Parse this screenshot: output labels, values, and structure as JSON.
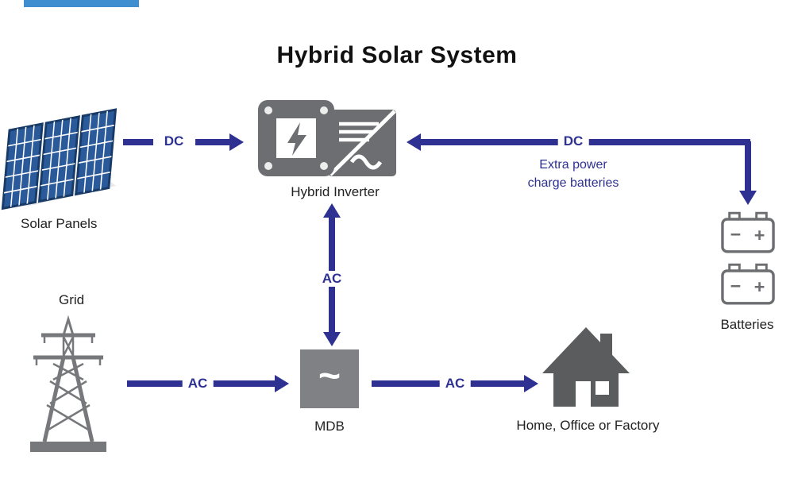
{
  "title": "Hybrid Solar System",
  "colors": {
    "accent": "#2e3192",
    "icon_gray": "#6d6e71",
    "home_gray": "#5b5c5e",
    "panel_blue": "#2b5a9b",
    "top_bar_blue": "#3f8ed0"
  },
  "nodes": {
    "solar_panels": {
      "label": "Solar Panels"
    },
    "hybrid_inverter": {
      "label": "Hybrid Inverter"
    },
    "batteries": {
      "label": "Batteries",
      "minus": "−",
      "plus": "+"
    },
    "grid": {
      "label": "Grid"
    },
    "mdb": {
      "label": "MDB",
      "symbol": "~"
    },
    "home": {
      "label": "Home, Office or Factory"
    }
  },
  "edges": {
    "solar_to_inverter": {
      "label": "DC"
    },
    "battery_to_inverter": {
      "label": "DC",
      "note_line1": "Extra power",
      "note_line2": "charge batteries"
    },
    "inverter_mdb": {
      "label": "AC"
    },
    "grid_to_mdb": {
      "label": "AC"
    },
    "mdb_to_home": {
      "label": "AC"
    }
  }
}
